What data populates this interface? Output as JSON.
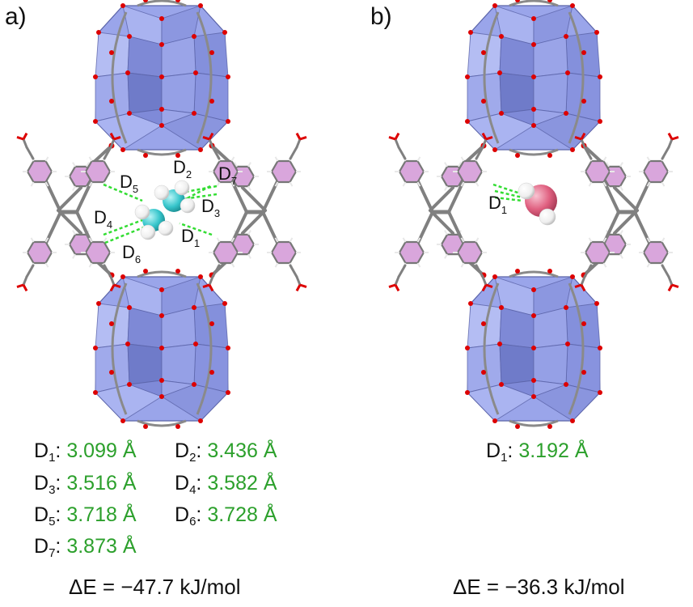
{
  "panels": {
    "a": {
      "label": "a)",
      "distances": [
        {
          "name": "D",
          "sub": "1",
          "value": "3.099 Å"
        },
        {
          "name": "D",
          "sub": "2",
          "value": "3.436 Å"
        },
        {
          "name": "D",
          "sub": "3",
          "value": "3.516 Å"
        },
        {
          "name": "D",
          "sub": "4",
          "value": "3.582 Å"
        },
        {
          "name": "D",
          "sub": "5",
          "value": "3.718 Å"
        },
        {
          "name": "D",
          "sub": "6",
          "value": "3.728 Å"
        },
        {
          "name": "D",
          "sub": "7",
          "value": "3.873 Å"
        }
      ],
      "energy": "ΔE = −47.7 kJ/mol"
    },
    "b": {
      "label": "b)",
      "distances": [
        {
          "name": "D",
          "sub": "1",
          "value": "3.192 Å"
        }
      ],
      "energy": "ΔE = −36.3 kJ/mol"
    }
  },
  "colors": {
    "cluster": "#9aa5ea",
    "cluster_edge": "#5a63a8",
    "oxygen": "#dd0000",
    "carbon": "#808080",
    "phenyl": "#d9a6dc",
    "interaction": "#33dd33",
    "ethane_carbon": "#38c6cc",
    "water_oxygen": "#e06080",
    "hydrogen": "#ffffff",
    "value_text": "#2ca02c"
  },
  "icons": {
    "cluster": "polyhedral-cluster-icon",
    "guest_a": "ethane-molecule-icon",
    "guest_b": "water-molecule-icon"
  }
}
